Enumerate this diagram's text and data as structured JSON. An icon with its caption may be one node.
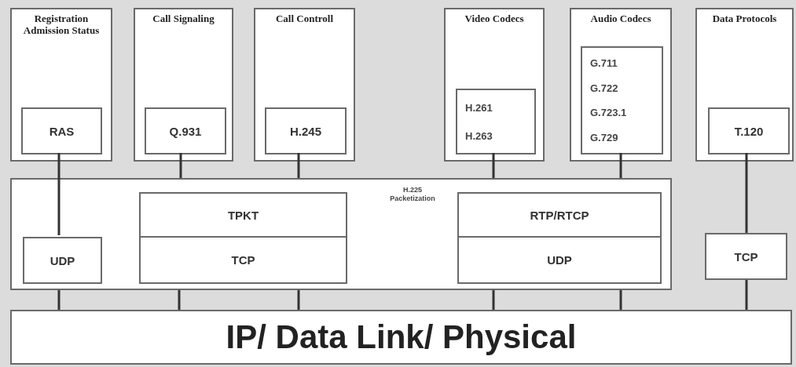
{
  "diagram": {
    "nodes": [
      {
        "text": [
          "Registration Admission Status"
        ]
      },
      {
        "text": [
          "RAS"
        ],
        "in": 0
      },
      {
        "text": [
          "Call Signaling"
        ]
      },
      {
        "text": [
          "Q.931"
        ],
        "in": 2
      },
      {
        "text": [
          "Call Controll"
        ]
      },
      {
        "text": [
          "H.245"
        ],
        "in": 4
      },
      {
        "text": [
          "Video Codecs"
        ]
      },
      {
        "text": [
          "H.261",
          "H.263"
        ],
        "in": 6
      },
      {
        "text": [
          "Audio Codecs"
        ]
      },
      {
        "text": [
          "G.711",
          "G.722",
          "G.723.1",
          "G.729"
        ],
        "in": 8
      },
      {
        "text": [
          "Data Protocols"
        ]
      },
      {
        "text": [
          "T.120"
        ],
        "in": 10
      },
      {
        "text": [
          "H.225 Packetization"
        ]
      },
      {
        "text": [
          "UDP"
        ],
        "in": 12
      },
      {
        "text": [
          "TPKT"
        ],
        "in": 12
      },
      {
        "text": [
          "TCP"
        ],
        "in": 12
      },
      {
        "text": [
          "RTP/RTCP"
        ],
        "in": 12
      },
      {
        "text": [
          "UDP"
        ],
        "in": 12
      },
      {
        "text": [
          "TCP"
        ]
      },
      {
        "text": [
          "IP/ Data Link/ Physical"
        ]
      }
    ],
    "edges": [
      {
        "from": 1,
        "to": 13,
        "arrow": "none"
      },
      {
        "from": 3,
        "to": 12,
        "arrow": "none"
      },
      {
        "from": 5,
        "to": 12,
        "arrow": "none"
      },
      {
        "from": 7,
        "to": 12,
        "arrow": "none"
      },
      {
        "from": 9,
        "to": 12,
        "arrow": "none"
      },
      {
        "from": 11,
        "to": 18,
        "arrow": "none"
      },
      {
        "from": 12,
        "to": 19,
        "arrow": "none"
      },
      {
        "from": 12,
        "to": 19,
        "arrow": "none"
      },
      {
        "from": 12,
        "to": 19,
        "arrow": "none"
      },
      {
        "from": 12,
        "to": 19,
        "arrow": "none"
      },
      {
        "from": 12,
        "to": 19,
        "arrow": "none"
      },
      {
        "from": 18,
        "to": 19,
        "arrow": "none"
      }
    ]
  }
}
